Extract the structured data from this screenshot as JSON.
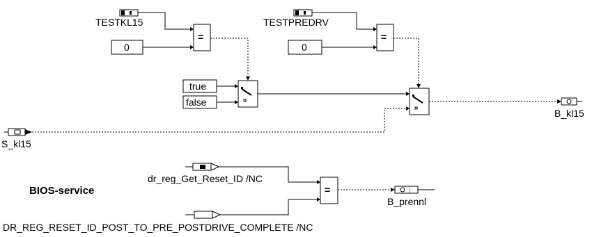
{
  "labels": {
    "testkl15": "TESTKL15",
    "testpredrv": "TESTPREDRV",
    "s_kl15": "S_kl15",
    "b_kl15": "B_kl15",
    "dr_reg_get": "dr_reg_Get_Reset_ID /NC",
    "dr_reg_reset": "DR_REG_RESET_ID_POST_TO_PRE_POSTDRIVE_COMPLETE /NC",
    "bios_service": "BIOS-service",
    "b_prennl": "B_prennl"
  },
  "constants": {
    "zero_1": "0",
    "zero_2": "0",
    "true_label": "true",
    "false_label": "false"
  },
  "blocks": {
    "eq_symbol": "="
  }
}
